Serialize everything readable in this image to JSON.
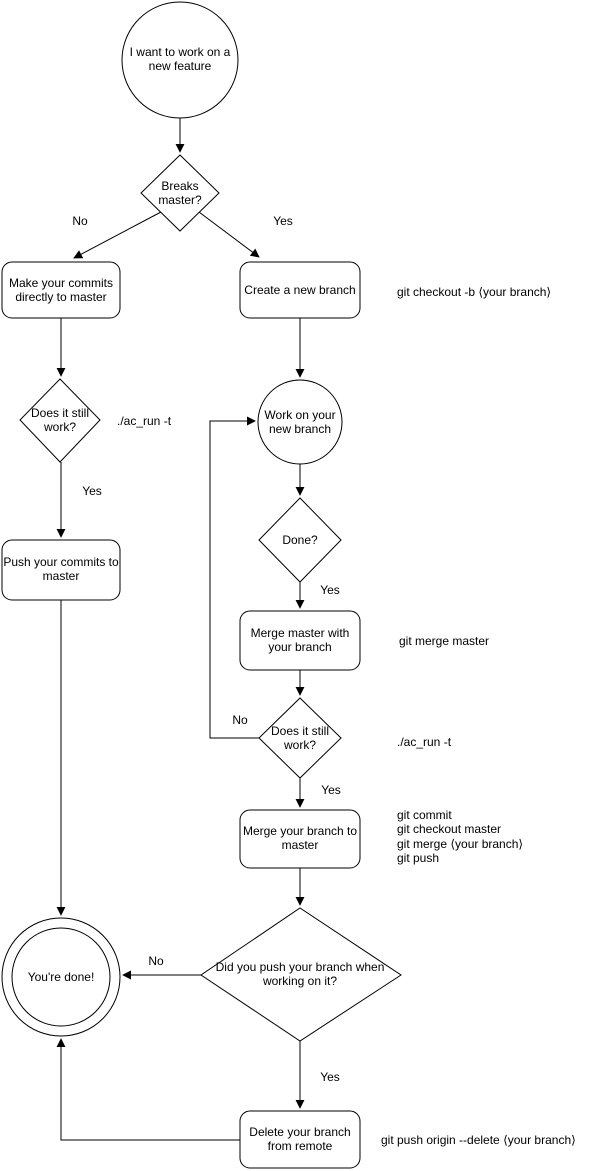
{
  "diagram": {
    "type": "flowchart",
    "topic": "git feature-branch workflow",
    "colors": {
      "stroke": "#000000",
      "node_fill": "#ffffff",
      "text": "#000000",
      "background": "#ffffff"
    },
    "nodes": {
      "start": "I want to work on a new feature",
      "breaks_master": "Breaks master?",
      "make_commits": "Make your commits directly to master",
      "create_branch": "Create a new branch",
      "still_work_1": "Does it still work?",
      "work_branch": "Work on your new branch",
      "push_commits": "Push your commits to master",
      "done_q": "Done?",
      "merge_master": "Merge master with your branch",
      "still_work_2": "Does it still work?",
      "merge_branch": "Merge your branch to master",
      "did_push": "Did you push your branch when working on it?",
      "youre_done": "You're done!",
      "delete_branch": "Delete your branch from remote"
    },
    "edge_labels": {
      "breaks_no": "No",
      "breaks_yes": "Yes",
      "still1_yes": "Yes",
      "done_yes": "Yes",
      "still2_no": "No",
      "still2_yes": "Yes",
      "didpush_no": "No",
      "didpush_yes": "Yes"
    },
    "annotations": {
      "checkout_cmd": "git checkout -b ⟨your branch⟩",
      "ac_run_1": "./ac_run -t",
      "merge_master_cmd": "git merge master",
      "ac_run_2": "./ac_run -t",
      "merge_cmds": [
        "git commit",
        "git checkout master",
        "git merge ⟨your branch⟩",
        "git push"
      ],
      "delete_cmd": "git push origin --delete ⟨your branch⟩"
    }
  }
}
